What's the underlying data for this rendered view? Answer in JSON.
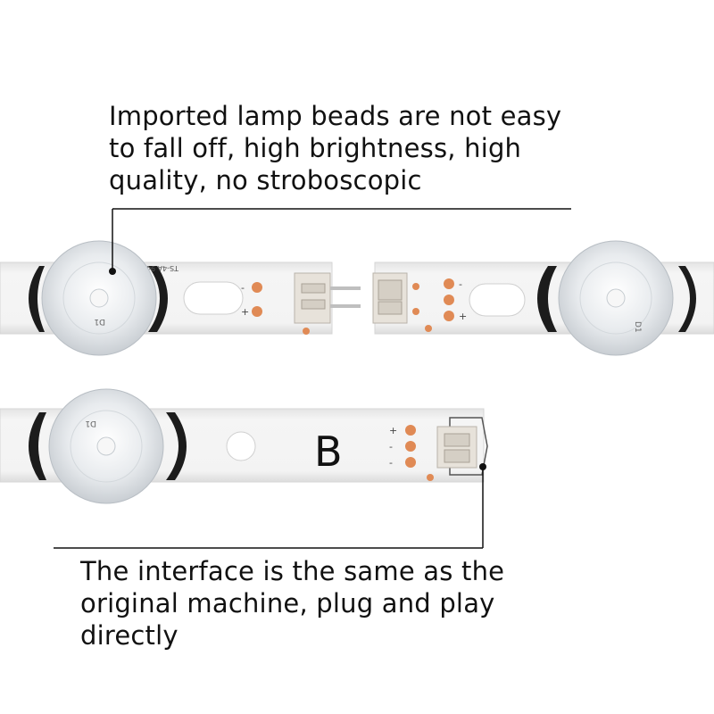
{
  "top_caption": {
    "line1": "Imported lamp beads are not easy",
    "line2": "to fall off, high brightness, high",
    "line3": "quality, no stroboscopic"
  },
  "bottom_caption": {
    "line1": "The interface is the same as the",
    "line2": "original machine, plug and play",
    "line3": "directly"
  },
  "strip_left": {
    "silkscreen": "TS-4A 94V-0 1419",
    "pad_minus": "-",
    "pad_plus": "+",
    "led_label": "D1"
  },
  "strip_right": {
    "pad_minus": "-",
    "pad_plus": "+",
    "led_label": "D1"
  },
  "strip_bottom": {
    "board_letter": "B",
    "pad_plus": "+",
    "pad_minus1": "-",
    "pad_minus2": "-",
    "led_label": "D1"
  },
  "colors": {
    "pcb": "#f1f1f1",
    "pcb_edge": "#d6d6d6",
    "black_mark": "#1c1c1c",
    "pad": "#e08a55",
    "lens": "#e9ecef",
    "text": "#111111"
  }
}
